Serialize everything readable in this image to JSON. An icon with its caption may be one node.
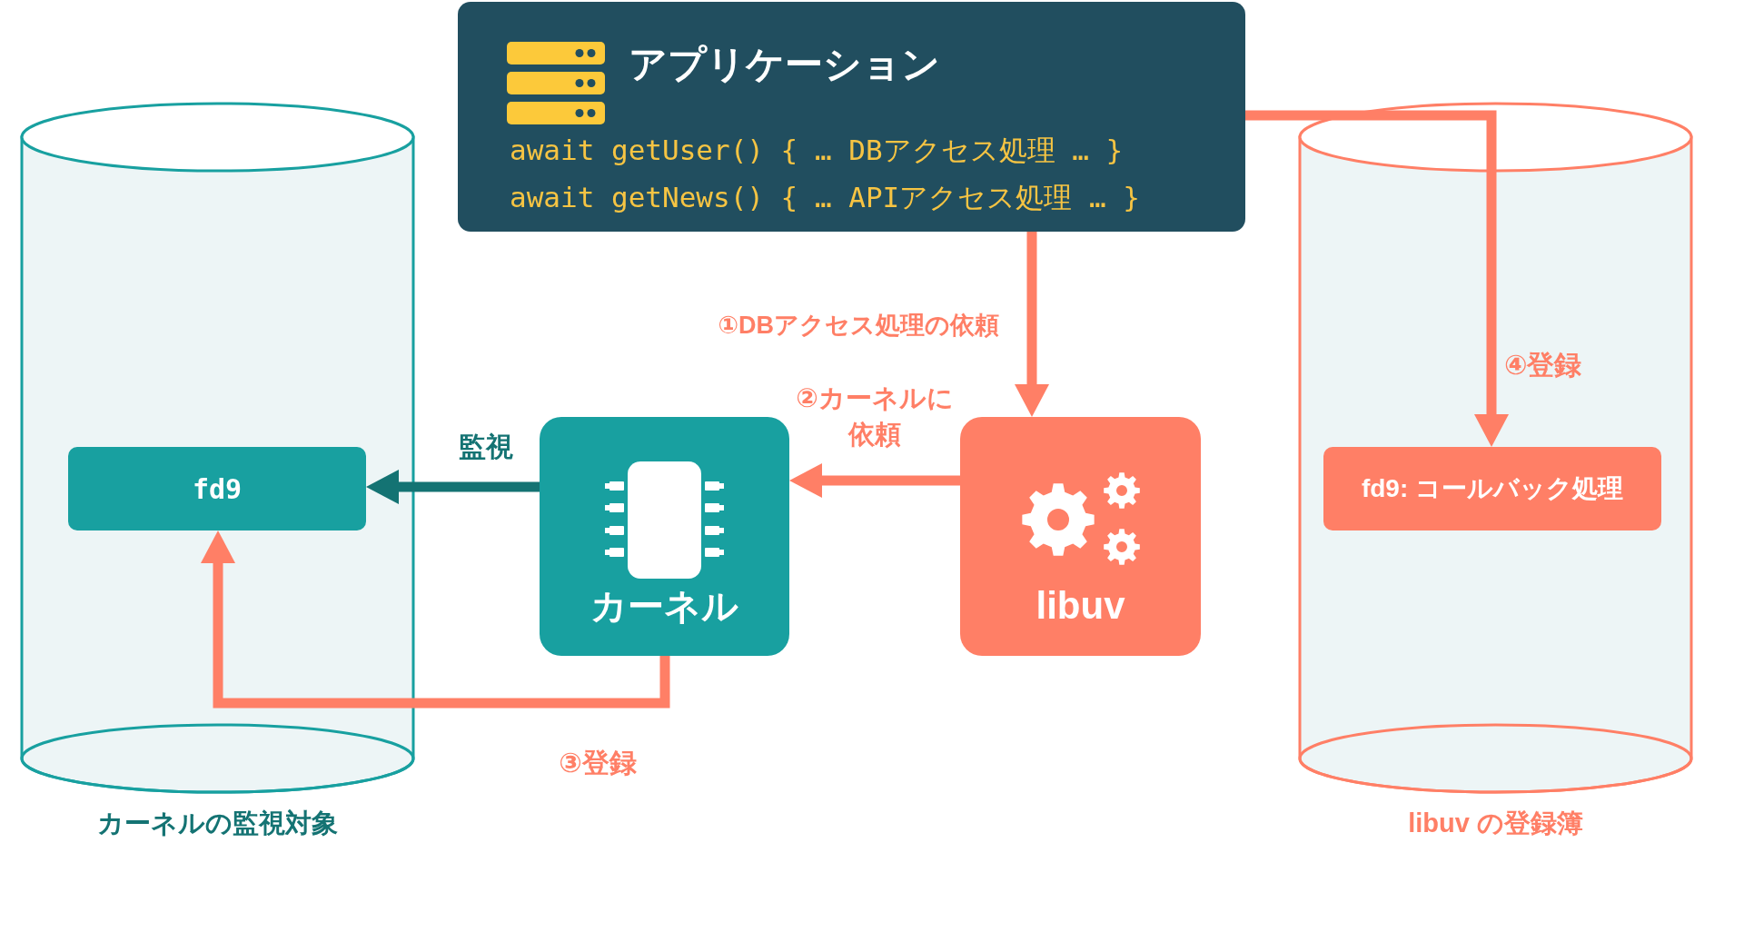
{
  "diagram": {
    "nodes": [
      {
        "text": [
          "アプリケーション",
          "await getUser() { … DBアクセス処理 … }",
          "await getNews() { … APIアクセス処理 … }"
        ]
      },
      {
        "text": [
          "カーネルの監視対象"
        ]
      },
      {
        "text": [
          "fd9"
        ],
        "in": 1
      },
      {
        "text": [
          "カーネル"
        ]
      },
      {
        "text": [
          "libuv"
        ]
      },
      {
        "text": [
          "libuv の登録簿"
        ]
      },
      {
        "text": [
          "fd9: コールバック処理"
        ],
        "in": 5
      }
    ],
    "edges": [
      {
        "from": 0,
        "to": 4,
        "arrow": "to",
        "label": "①DBアクセス処理の依頼"
      },
      {
        "from": 4,
        "to": 3,
        "arrow": "to",
        "label": "②カーネルに依頼"
      },
      {
        "from": 3,
        "to": 2,
        "arrow": "to",
        "label": "監視",
        "color": "#147373"
      },
      {
        "from": 3,
        "to": 2,
        "arrow": "to",
        "label": "③登録"
      },
      {
        "from": 0,
        "to": 6,
        "arrow": "to",
        "label": "④登録"
      }
    ]
  }
}
